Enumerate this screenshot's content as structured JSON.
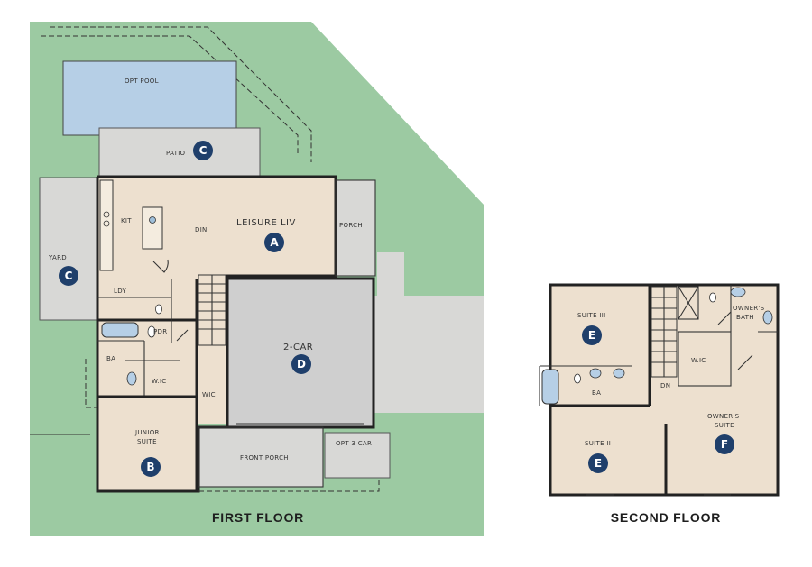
{
  "floors": {
    "first": {
      "label": "FIRST FLOOR",
      "rooms": {
        "pool": "OPT POOL",
        "patio": "PATIO",
        "yard": "YARD",
        "kitchen": "KIT",
        "dining": "DIN",
        "leisure": "LEISURE LIV",
        "porch": "PORCH",
        "laundry": "LDY",
        "powder": "PDR",
        "bath": "BA",
        "walk_in_closet": "W.IC",
        "walk_in_closet_2": "WIC",
        "garage": "2-CAR",
        "junior_suite_line1": "JUNIOR",
        "junior_suite_line2": "SUITE",
        "front_porch": "FRONT PORCH",
        "opt_garage": "OPT 3 CAR"
      }
    },
    "second": {
      "label": "SECOND FLOOR",
      "rooms": {
        "suite_iii": "SUITE III",
        "suite_ii": "SUITE II",
        "bath": "BA",
        "down": "DN",
        "walk_in_closet": "W.IC",
        "owners_bath_line1": "OWNER'S",
        "owners_bath_line2": "BATH",
        "owners_suite_line1": "OWNER'S",
        "owners_suite_line2": "SUITE"
      }
    }
  },
  "markers": {
    "a": "A",
    "b": "B",
    "c_patio": "C",
    "c_yard": "C",
    "d": "D",
    "e_upper": "E",
    "e_lower": "E",
    "f": "F"
  },
  "colors": {
    "lawn": "#9ccaa2",
    "interior": "#ede0cf",
    "hardscape": "#d8d8d6",
    "garage": "#cfcfcf",
    "pool": "#b6cfe6",
    "marker": "#1f3f6b"
  }
}
